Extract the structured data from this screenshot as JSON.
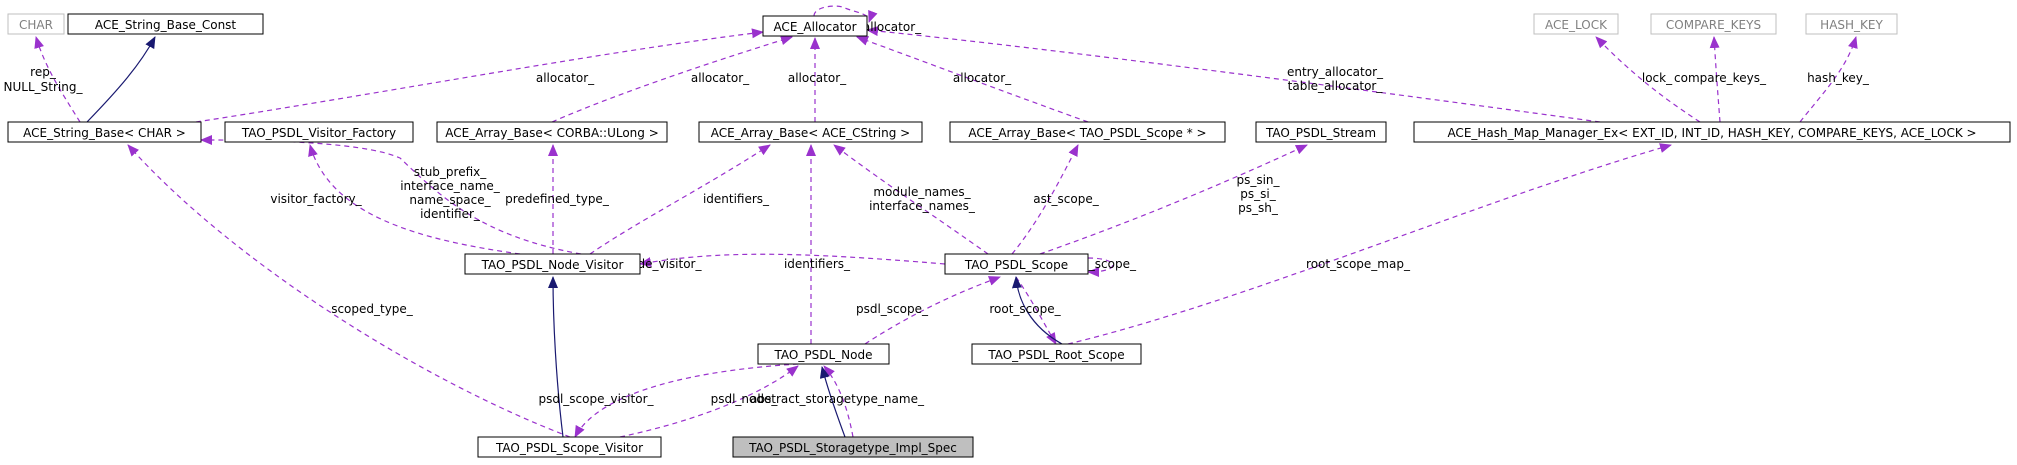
{
  "diagram": {
    "colors": {
      "usage_edge": "#9a32cd",
      "inheritance_edge": "#191970",
      "node_border": "#000000",
      "external_node_border": "#bfbfbf",
      "external_node_text": "#808080",
      "focus_node_fill": "#bfbfbf"
    },
    "nodes": [
      {
        "id": "char",
        "label": "CHAR",
        "kind": "external"
      },
      {
        "id": "string_base_const",
        "label": "ACE_String_Base_Const",
        "kind": "class"
      },
      {
        "id": "allocator",
        "label": "ACE_Allocator",
        "kind": "class"
      },
      {
        "id": "ace_lock",
        "label": "ACE_LOCK",
        "kind": "external"
      },
      {
        "id": "compare_keys",
        "label": "COMPARE_KEYS",
        "kind": "external"
      },
      {
        "id": "hash_key",
        "label": "HASH_KEY",
        "kind": "external"
      },
      {
        "id": "string_base",
        "label": "ACE_String_Base< CHAR >",
        "kind": "class"
      },
      {
        "id": "visitor_factory",
        "label": "TAO_PSDL_Visitor_Factory",
        "kind": "class"
      },
      {
        "id": "array_ulong",
        "label": "ACE_Array_Base< CORBA::ULong >",
        "kind": "class"
      },
      {
        "id": "array_cstring",
        "label": "ACE_Array_Base< ACE_CString >",
        "kind": "class"
      },
      {
        "id": "array_scope",
        "label": "ACE_Array_Base< TAO_PSDL_Scope * >",
        "kind": "class"
      },
      {
        "id": "psdl_stream",
        "label": "TAO_PSDL_Stream",
        "kind": "class"
      },
      {
        "id": "hash_map",
        "label": "ACE_Hash_Map_Manager_Ex< EXT_ID, INT_ID, HASH_KEY, COMPARE_KEYS, ACE_LOCK >",
        "kind": "class"
      },
      {
        "id": "node_visitor",
        "label": "TAO_PSDL_Node_Visitor",
        "kind": "class"
      },
      {
        "id": "psdl_scope",
        "label": "TAO_PSDL_Scope",
        "kind": "class"
      },
      {
        "id": "psdl_node",
        "label": "TAO_PSDL_Node",
        "kind": "class"
      },
      {
        "id": "root_scope",
        "label": "TAO_PSDL_Root_Scope",
        "kind": "class"
      },
      {
        "id": "scope_visitor",
        "label": "TAO_PSDL_Scope_Visitor",
        "kind": "class"
      },
      {
        "id": "impl_spec",
        "label": "TAO_PSDL_Storagetype_Impl_Spec",
        "kind": "focus"
      }
    ],
    "edges": [
      {
        "id": "e_string_const",
        "from": "string_base",
        "to": "string_base_const",
        "type": "inheritance"
      },
      {
        "id": "e_rep",
        "from": "string_base",
        "to": "char",
        "type": "usage",
        "labels": [
          "rep_",
          "NULL_String_"
        ]
      },
      {
        "id": "e_alloc_self",
        "from": "allocator",
        "to": "allocator",
        "type": "usage",
        "labels": [
          "allocator_"
        ]
      },
      {
        "id": "e_alloc_string",
        "from": "string_base",
        "to": "allocator",
        "type": "usage",
        "labels": [
          "allocator_"
        ]
      },
      {
        "id": "e_alloc_ulong",
        "from": "array_ulong",
        "to": "allocator",
        "type": "usage",
        "labels": [
          "allocator_"
        ]
      },
      {
        "id": "e_alloc_cstring",
        "from": "array_cstring",
        "to": "allocator",
        "type": "usage",
        "labels": [
          "allocator_"
        ]
      },
      {
        "id": "e_alloc_scope",
        "from": "array_scope",
        "to": "allocator",
        "type": "usage",
        "labels": [
          "allocator_"
        ]
      },
      {
        "id": "e_alloc_hash",
        "from": "hash_map",
        "to": "allocator",
        "type": "usage",
        "labels": [
          "entry_allocator_",
          "table_allocator_"
        ]
      },
      {
        "id": "e_lock",
        "from": "hash_map",
        "to": "ace_lock",
        "type": "usage",
        "labels": [
          "lock_"
        ]
      },
      {
        "id": "e_compare",
        "from": "hash_map",
        "to": "compare_keys",
        "type": "usage",
        "labels": [
          "compare_keys_"
        ]
      },
      {
        "id": "e_hash_key",
        "from": "hash_map",
        "to": "hash_key",
        "type": "usage",
        "labels": [
          "hash_key_"
        ]
      },
      {
        "id": "e_stub",
        "from": "node_visitor",
        "to": "string_base",
        "type": "usage",
        "labels": [
          "stub_prefix_",
          "interface_name_",
          "name_space_",
          "identifier_"
        ]
      },
      {
        "id": "e_visitor_factory",
        "from": "node_visitor",
        "to": "visitor_factory",
        "type": "usage",
        "labels": [
          "visitor_factory_"
        ]
      },
      {
        "id": "e_predefined",
        "from": "node_visitor",
        "to": "array_ulong",
        "type": "usage",
        "labels": [
          "predefined_type_"
        ]
      },
      {
        "id": "e_identifiers_nv",
        "from": "node_visitor",
        "to": "array_cstring",
        "type": "usage",
        "labels": [
          "identifiers_"
        ]
      },
      {
        "id": "e_module_names",
        "from": "psdl_scope",
        "to": "array_cstring",
        "type": "usage",
        "labels": [
          "module_names_",
          "interface_names_"
        ]
      },
      {
        "id": "e_ast_scope",
        "from": "psdl_scope",
        "to": "array_scope",
        "type": "usage",
        "labels": [
          "ast_scope_"
        ]
      },
      {
        "id": "e_ps_sin",
        "from": "psdl_scope",
        "to": "psdl_stream",
        "type": "usage",
        "labels": [
          "ps_sin_",
          "ps_si_",
          "ps_sh_"
        ]
      },
      {
        "id": "e_scope_self",
        "from": "psdl_scope",
        "to": "psdl_scope",
        "type": "usage",
        "labels": [
          "psdl_scope_"
        ]
      },
      {
        "id": "e_node_visitor",
        "from": "psdl_scope",
        "to": "node_visitor",
        "type": "usage",
        "labels": [
          "node_visitor_"
        ]
      },
      {
        "id": "e_root_scope_map",
        "from": "root_scope",
        "to": "hash_map",
        "type": "usage",
        "labels": [
          "root_scope_map_"
        ]
      },
      {
        "id": "e_root_scope",
        "from": "psdl_scope",
        "to": "root_scope",
        "type": "usage",
        "labels": [
          "root_scope_"
        ]
      },
      {
        "id": "e_root_inherit",
        "from": "root_scope",
        "to": "psdl_scope",
        "type": "inheritance"
      },
      {
        "id": "e_identifiers_node",
        "from": "psdl_node",
        "to": "array_cstring",
        "type": "usage",
        "labels": [
          "identifiers_"
        ]
      },
      {
        "id": "e_psdl_scope_node",
        "from": "psdl_node",
        "to": "psdl_scope",
        "type": "usage",
        "labels": [
          "psdl_scope_"
        ]
      },
      {
        "id": "e_scoped_type",
        "from": "scope_visitor",
        "to": "string_base",
        "type": "usage",
        "labels": [
          "scoped_type_"
        ]
      },
      {
        "id": "e_sv_inherit",
        "from": "scope_visitor",
        "to": "node_visitor",
        "type": "inheritance"
      },
      {
        "id": "e_psdl_scope_visitor",
        "from": "psdl_node",
        "to": "scope_visitor",
        "type": "usage",
        "labels": [
          "psdl_scope_visitor_"
        ]
      },
      {
        "id": "e_psdl_node",
        "from": "scope_visitor",
        "to": "psdl_node",
        "type": "usage",
        "labels": [
          "psdl_node_"
        ]
      },
      {
        "id": "e_abstract",
        "from": "impl_spec",
        "to": "psdl_node",
        "type": "usage",
        "labels": [
          "abstract_storagetype_name_"
        ]
      },
      {
        "id": "e_impl_inherit",
        "from": "impl_spec",
        "to": "psdl_node",
        "type": "inheritance"
      }
    ]
  }
}
